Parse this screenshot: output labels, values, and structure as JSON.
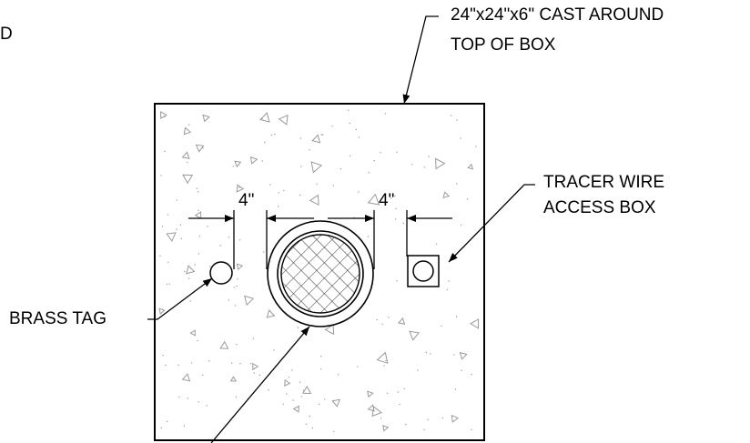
{
  "labels": {
    "corner_fragment": "D",
    "cast_line1": "24\"x24\"x6\" CAST AROUND",
    "cast_line2": "TOP OF BOX",
    "tracer_line1": "TRACER WIRE",
    "tracer_line2": "ACCESS BOX",
    "brass_tag": "BRASS TAG",
    "dim_left": "4\"",
    "dim_right": "4\""
  },
  "colors": {
    "line": "#000000",
    "fill_speckle": "#9a9a9a",
    "background": "#ffffff"
  }
}
